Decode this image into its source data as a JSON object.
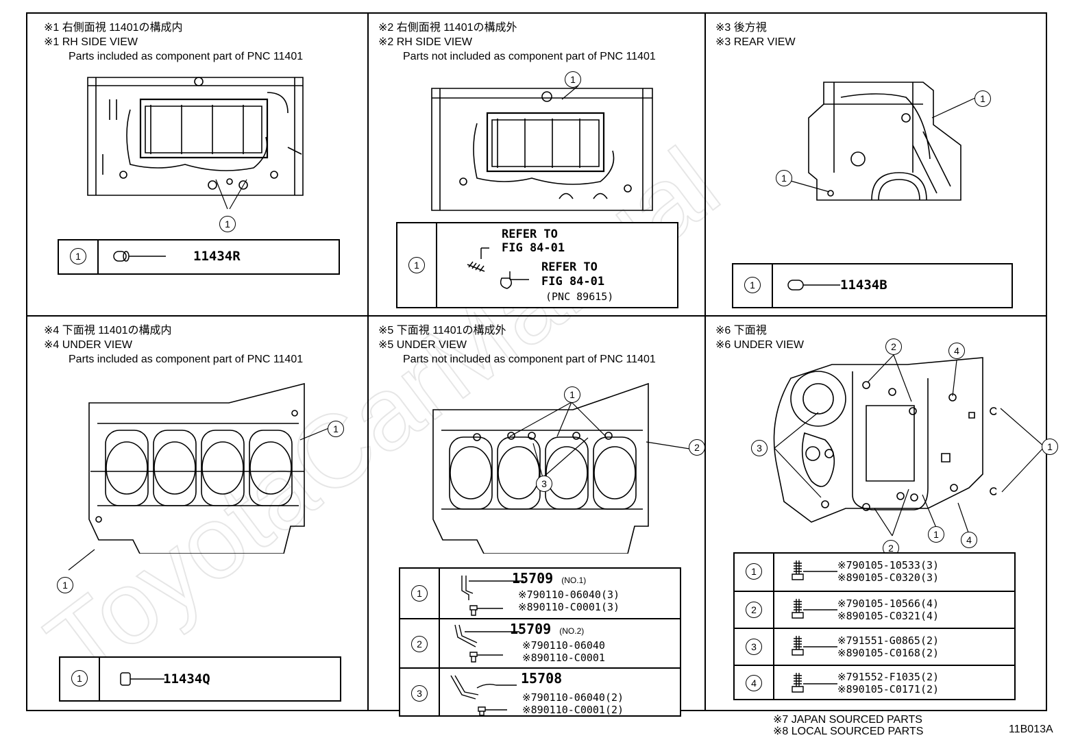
{
  "panels": [
    {
      "jp": "※1 右側面視 11401の構成内",
      "en": "※1 RH SIDE VIEW",
      "desc": "Parts included as component part of PNC 11401"
    },
    {
      "jp": "※2 右側面視 11401の構成外",
      "en": "※2 RH SIDE VIEW",
      "desc": "Parts not included as component part of PNC 11401"
    },
    {
      "jp": "※3 後方視",
      "en": "※3 REAR VIEW",
      "desc": ""
    },
    {
      "jp": "※4 下面視 11401の構成内",
      "en": "※4 UNDER VIEW",
      "desc": "Parts included as component part of PNC 11401"
    },
    {
      "jp": "※5 下面視 11401の構成外",
      "en": "※5 UNDER VIEW",
      "desc": "Parts not included as component part of PNC 11401"
    },
    {
      "jp": "※6 下面視",
      "en": "※6 UNDER VIEW",
      "desc": ""
    }
  ],
  "callout_labels": [
    "1",
    "2",
    "3",
    "4"
  ],
  "table1": {
    "part": "11434R"
  },
  "table2": {
    "refer1a": "REFER TO",
    "refer1b": "FIG 84-01",
    "refer2a": "REFER TO",
    "refer2b": "FIG 84-01",
    "pnc": "(PNC 89615)"
  },
  "table3": {
    "part": "11434B"
  },
  "table4": {
    "part": "11434Q"
  },
  "table5": [
    {
      "part": "15709",
      "note": "(NO.1)",
      "l1": "※790110-06040(3)",
      "l2": "※890110-C0001(3)"
    },
    {
      "part": "15709",
      "note": "(NO.2)",
      "l1": "※790110-06040",
      "l2": "※890110-C0001"
    },
    {
      "part": "15708",
      "note": "",
      "l1": "※790110-06040(2)",
      "l2": "※890110-C0001(2)"
    }
  ],
  "table6": [
    {
      "l1": "※790105-10533(3)",
      "l2": "※890105-C0320(3)"
    },
    {
      "l1": "※790105-10566(4)",
      "l2": "※890105-C0321(4)"
    },
    {
      "l1": "※791551-G0865(2)",
      "l2": "※890105-C0168(2)"
    },
    {
      "l1": "※791552-F1035(2)",
      "l2": "※890105-C0171(2)"
    }
  ],
  "footnotes": {
    "n7": "※7 JAPAN SOURCED PARTS",
    "n8": "※8 LOCAL SOURCED PARTS"
  },
  "figure_id": "11B013A",
  "watermark": "ToyotaCarManual"
}
